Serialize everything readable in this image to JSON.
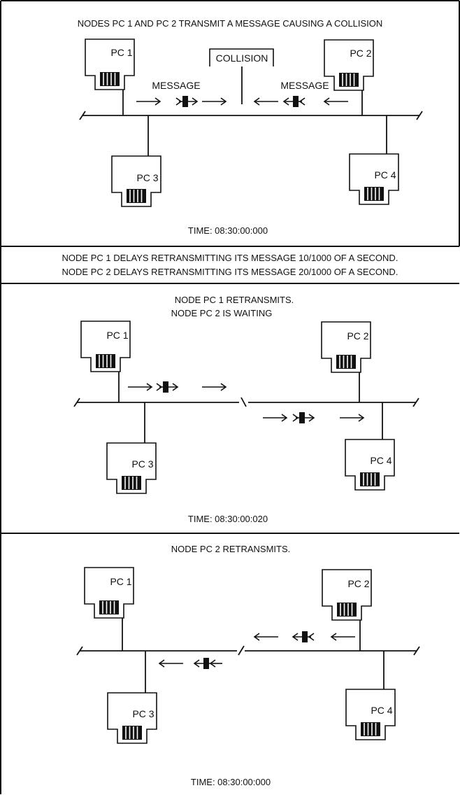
{
  "colors": {
    "ink": "#111111",
    "background": "#ffffff"
  },
  "panel1": {
    "caption": "NODES PC 1 AND PC 2 TRANSMIT A MESSAGE CAUSING A COLLISION",
    "nodes": [
      "PC 1",
      "PC 2",
      "PC 3",
      "PC 4"
    ],
    "collision_label": "COLLISION",
    "message_label": "MESSAGE",
    "time": "TIME:  08:30:00:000"
  },
  "panel2": {
    "line1": "NODE PC 1 DELAYS RETRANSMITTING ITS MESSAGE 10/1000 OF A SECOND.",
    "line2": "NODE PC 2 DELAYS RETRANSMITTING ITS MESSAGE 20/1000 OF A SECOND."
  },
  "panel3": {
    "caption1": "NODE PC 1 RETRANSMITS.",
    "caption2": "NODE PC 2 IS WAITING",
    "nodes": [
      "PC 1",
      "PC 2",
      "PC 3",
      "PC 4"
    ],
    "time": "TIME:  08:30:00:020"
  },
  "panel4": {
    "caption": "NODE PC 2 RETRANSMITS.",
    "nodes": [
      "PC 1",
      "PC 2",
      "PC 3",
      "PC 4"
    ],
    "time": "TIME:  08:30:00:000"
  }
}
